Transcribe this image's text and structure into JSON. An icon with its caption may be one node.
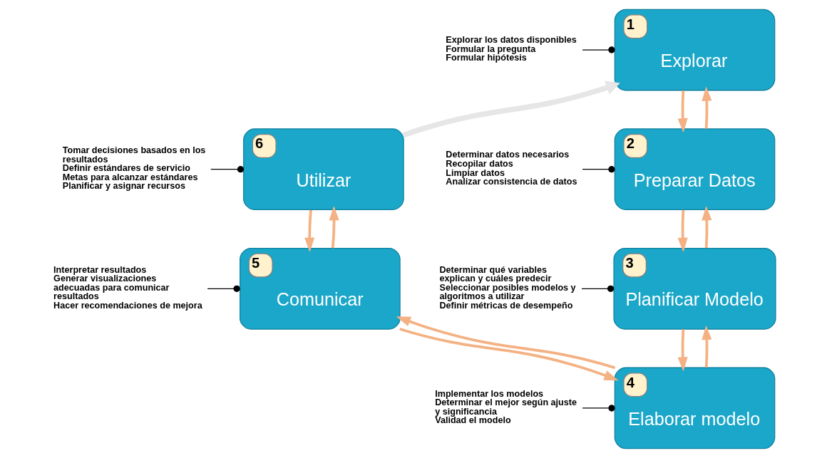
{
  "diagram": {
    "nodes": [
      {
        "text": [
          "1",
          "Explorar"
        ]
      },
      {
        "text": [
          "Explorar los datos disponibles",
          "Formular la pregunta",
          "Formular hipótesis"
        ]
      },
      {
        "text": [
          "2",
          "Preparar Datos"
        ]
      },
      {
        "text": [
          "Determinar datos necesarios",
          "Recopilar datos",
          "Limpiar datos",
          "Analizar consistencia de datos"
        ]
      },
      {
        "text": [
          "3",
          "Planificar Modelo"
        ]
      },
      {
        "text": [
          "Determinar qué variables explican y cuáles predecir",
          "Seleccionar posibles modelos y algoritmos a utilizar",
          "Definir métricas de desempeño"
        ]
      },
      {
        "text": [
          "4",
          "Elaborar modelo"
        ]
      },
      {
        "text": [
          "Implementar los modelos",
          "Determinar el mejor según ajuste y significancia",
          "Validad el modelo"
        ]
      },
      {
        "text": [
          "5",
          "Comunicar"
        ]
      },
      {
        "text": [
          "Interpretar resultados",
          "Generar visualizaciones adecuadas para comunicar resultados",
          "Hacer recomendaciones de mejora"
        ]
      },
      {
        "text": [
          "6",
          "Utilizar"
        ]
      },
      {
        "text": [
          "Tomar decisiones basados en los resultados",
          "Definir estándares de servicio",
          "Metas para alcanzar estándares",
          "Planificar y asignar recursos"
        ]
      }
    ],
    "edges": [
      {
        "from": 0,
        "to": 2,
        "arrow": "to"
      },
      {
        "from": 2,
        "to": 0,
        "arrow": "to"
      },
      {
        "from": 2,
        "to": 4,
        "arrow": "to"
      },
      {
        "from": 4,
        "to": 2,
        "arrow": "to"
      },
      {
        "from": 4,
        "to": 6,
        "arrow": "to"
      },
      {
        "from": 6,
        "to": 4,
        "arrow": "to"
      },
      {
        "from": 6,
        "to": 8,
        "arrow": "to"
      },
      {
        "from": 8,
        "to": 6,
        "arrow": "to"
      },
      {
        "from": 8,
        "to": 10,
        "arrow": "to"
      },
      {
        "from": 10,
        "to": 8,
        "arrow": "to"
      },
      {
        "from": 10,
        "to": 0,
        "arrow": "to",
        "style": "thick",
        "color": "#e6e6e6"
      },
      {
        "from": 1,
        "to": 0,
        "arrow": "other",
        "color": "#000000"
      },
      {
        "from": 3,
        "to": 2,
        "arrow": "other",
        "color": "#000000"
      },
      {
        "from": 5,
        "to": 4,
        "arrow": "other",
        "color": "#000000"
      },
      {
        "from": 7,
        "to": 6,
        "arrow": "other",
        "color": "#000000"
      },
      {
        "from": 9,
        "to": 8,
        "arrow": "other",
        "color": "#000000"
      },
      {
        "from": 11,
        "to": 10,
        "arrow": "other",
        "color": "#000000"
      }
    ]
  }
}
